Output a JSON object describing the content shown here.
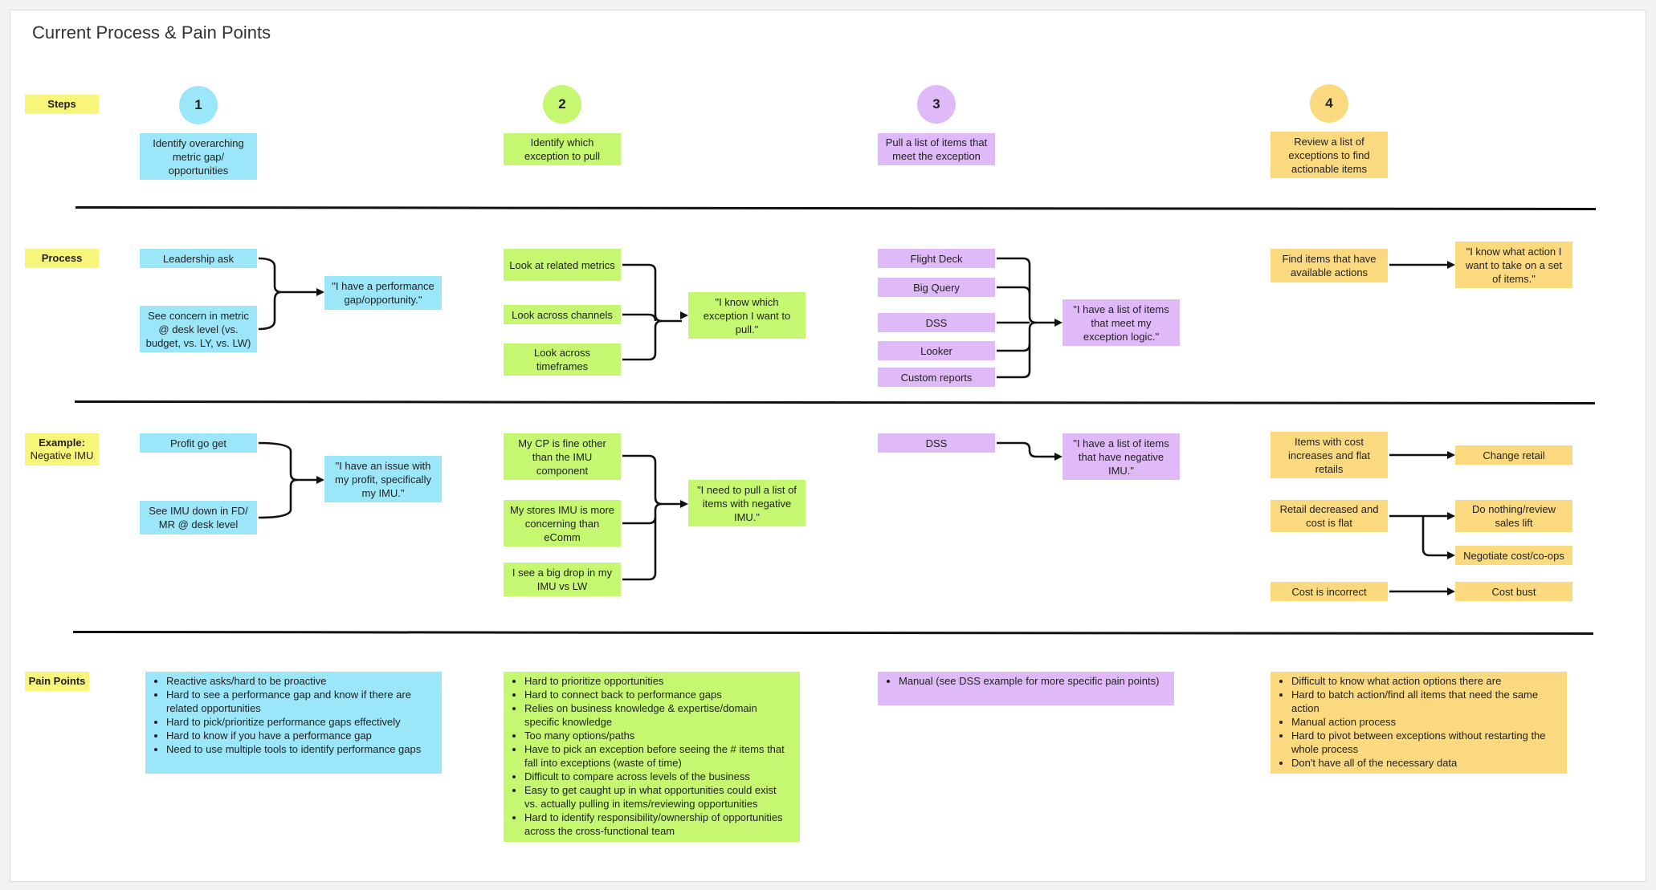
{
  "title": "Current Process & Pain Points",
  "row_labels": {
    "steps": "Steps",
    "process": "Process",
    "example_line1": "Example:",
    "example_line2": "Negative IMU",
    "pain_points": "Pain Points"
  },
  "steps": [
    {
      "number": "1",
      "label": "Identify overarching metric gap/ opportunities"
    },
    {
      "number": "2",
      "label": "Identify which exception to pull"
    },
    {
      "number": "3",
      "label": "Pull a list of items that meet the exception"
    },
    {
      "number": "4",
      "label": "Review a list of exceptions to find actionable items"
    }
  ],
  "process": {
    "col1": {
      "inputs": [
        "Leadership ask",
        "See concern in metric @ desk level (vs. budget, vs. LY, vs. LW)"
      ],
      "output": "\"I have a performance gap/opportunity.\""
    },
    "col2": {
      "inputs": [
        "Look at related metrics",
        "Look across channels",
        "Look across timeframes"
      ],
      "output": "\"I know which exception I want to pull.\""
    },
    "col3": {
      "inputs": [
        "Flight Deck",
        "Big Query",
        "DSS",
        "Looker",
        "Custom reports"
      ],
      "output": "\"I have a list of items that meet my exception logic.\""
    },
    "col4": {
      "input": "Find items that have available actions",
      "output": "\"I know what action I want to take on a set of items.\""
    }
  },
  "example": {
    "col1": {
      "inputs": [
        "Profit go get",
        "See IMU down in FD/ MR @ desk level"
      ],
      "output": "\"I have an issue with my profit, specifically my IMU.\""
    },
    "col2": {
      "inputs": [
        "My CP is fine other than the IMU component",
        "My stores IMU is more concerning than eComm",
        "I see a big drop in my IMU vs LW"
      ],
      "output": "\"I need to pull a list of items with negative IMU.\""
    },
    "col3": {
      "input": "DSS",
      "output": "\"I have a list of items that have negative IMU.\""
    },
    "col4": {
      "sources": [
        "Items with cost increases and flat retails",
        "Retail decreased and cost is flat",
        "Cost is incorrect"
      ],
      "actions": [
        "Change retail",
        "Do nothing/review sales lift",
        "Negotiate cost/co-ops",
        "Cost bust"
      ]
    }
  },
  "pain_points": {
    "col1": [
      "Reactive asks/hard to be proactive",
      "Hard to see a performance gap and know if there are related opportunities",
      "Hard to pick/prioritize performance gaps effectively",
      "Hard to know if you have a performance gap",
      "Need to use multiple tools to identify performance gaps"
    ],
    "col2": [
      "Hard to prioritize opportunities",
      "Hard to connect back to performance gaps",
      "Relies on business knowledge & expertise/domain specific knowledge",
      "Too many options/paths",
      "Have to pick an exception before seeing the # items that fall into exceptions (waste of time)",
      "Difficult to compare across levels of the business",
      "Easy to get caught up in what opportunities could exist vs. actually pulling in items/reviewing opportunities",
      "Hard to identify responsibility/ownership of opportunities across the cross-functional team"
    ],
    "col3": [
      "Manual (see DSS example for more specific pain points)"
    ],
    "col4": [
      "Difficult to know what action options there are",
      "Hard to batch action/find all items that need the same action",
      "Manual action process",
      "Hard to pivot between exceptions without restarting the whole process",
      "Don't have all of the necessary data"
    ]
  },
  "colors": {
    "blue": "#9be6f8",
    "green": "#c5f770",
    "purple": "#e0b9f8",
    "orange": "#fbd97e",
    "label_yellow": "#f8f57b"
  }
}
